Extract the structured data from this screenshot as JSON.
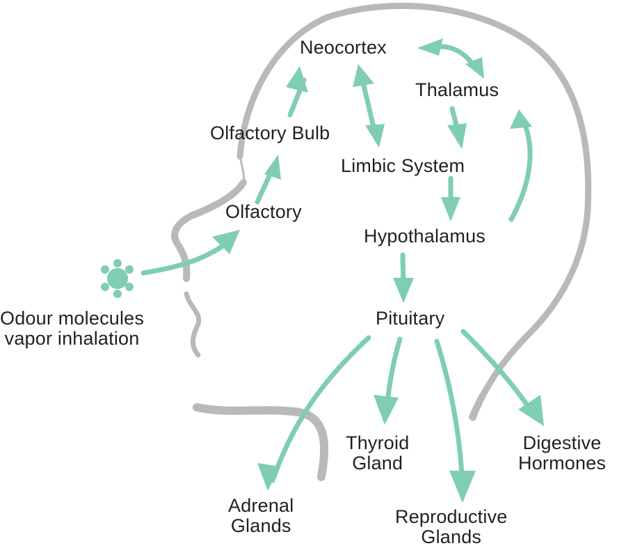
{
  "colors": {
    "arrow": "#7fcdb5",
    "outline": "#b8b9bc",
    "text": "#231f20"
  },
  "nodes": {
    "odour": {
      "line1": "Odour molecules",
      "line2": "vapor inhalation",
      "icon": "molecule-flower-icon"
    },
    "olfactory": "Olfactory",
    "olfactory_bulb": "Olfactory Bulb",
    "neocortex": "Neocortex",
    "thalamus": "Thalamus",
    "limbic_system": "Limbic System",
    "hypothalamus": "Hypothalamus",
    "pituitary": "Pituitary",
    "adrenal": {
      "line1": "Adrenal",
      "line2": "Glands"
    },
    "thyroid": {
      "line1": "Thyroid",
      "line2": "Gland"
    },
    "reproductive": {
      "line1": "Reproductive",
      "line2": "Glands"
    },
    "digestive": {
      "line1": "Digestive",
      "line2": "Hormones"
    }
  },
  "edges": [
    {
      "from": "odour",
      "to": "olfactory",
      "direction": "forward"
    },
    {
      "from": "olfactory",
      "to": "olfactory_bulb",
      "direction": "forward"
    },
    {
      "from": "olfactory_bulb",
      "to": "neocortex",
      "direction": "forward"
    },
    {
      "from": "neocortex",
      "to": "limbic_system",
      "direction": "both"
    },
    {
      "from": "neocortex",
      "to": "thalamus",
      "direction": "both"
    },
    {
      "from": "thalamus",
      "to": "limbic_system",
      "direction": "forward"
    },
    {
      "from": "limbic_system",
      "to": "hypothalamus",
      "direction": "forward"
    },
    {
      "from": "hypothalamus",
      "to": "thalamus",
      "direction": "forward"
    },
    {
      "from": "hypothalamus",
      "to": "pituitary",
      "direction": "forward"
    },
    {
      "from": "pituitary",
      "to": "adrenal",
      "direction": "forward"
    },
    {
      "from": "pituitary",
      "to": "thyroid",
      "direction": "forward"
    },
    {
      "from": "pituitary",
      "to": "reproductive",
      "direction": "forward"
    },
    {
      "from": "pituitary",
      "to": "digestive",
      "direction": "forward"
    }
  ]
}
